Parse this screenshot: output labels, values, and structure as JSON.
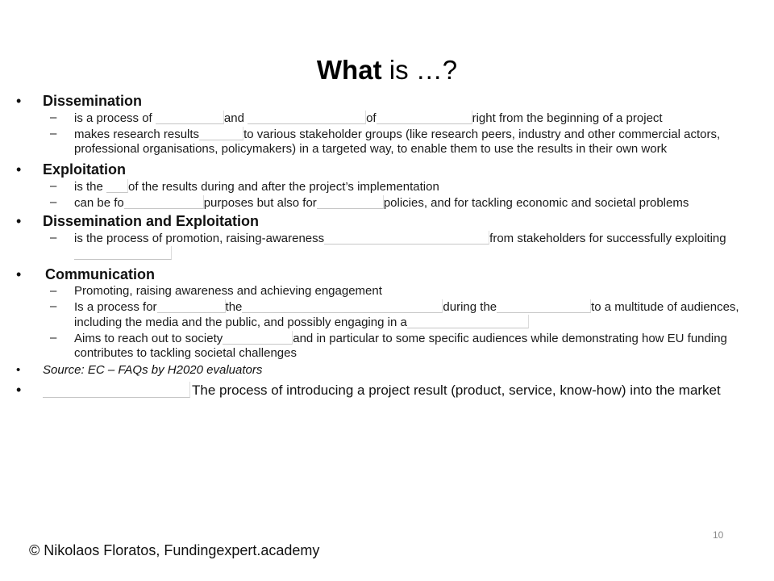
{
  "title": {
    "bold": "What",
    "rest": " is …?"
  },
  "sections": [
    {
      "heading": "Dissemination",
      "items": [
        {
          "parts": [
            "is a process of ",
            "",
            "and ",
            "",
            "of",
            "",
            "right from the beginning of a project"
          ]
        },
        {
          "parts": [
            "makes research results",
            "",
            "to various stakeholder groups (like research peers, industry and other commercial actors, professional organisations, policymakers) in a targeted way, to enable them to use the results in their own work"
          ]
        }
      ]
    },
    {
      "heading": "Exploitation",
      "items": [
        {
          "parts": [
            "is the ",
            "",
            "of the results during and after the project’s implementation"
          ]
        },
        {
          "parts": [
            " can be fo",
            "",
            "purposes but also for",
            "",
            "policies, and for tackling economic and societal problems"
          ]
        }
      ]
    },
    {
      "heading": "Dissemination and Exploitation",
      "items": [
        {
          "parts": [
            " is the process of promotion, raising-awareness",
            "",
            "from stakeholders for successfully exploiting",
            ""
          ]
        }
      ]
    },
    {
      "heading": "Communication",
      "items": [
        {
          "parts": [
            "Promoting, raising awareness and achieving engagement"
          ]
        },
        {
          "parts": [
            "Is a process for",
            "",
            "the",
            "",
            "during the",
            "",
            "to a multitude of audiences, including the media and the public, and possibly engaging in a",
            ""
          ]
        },
        {
          "parts": [
            "Aims to reach out to society",
            "",
            "and in particular to some specific audiences while demonstrating how EU funding contributes to tackling societal challenges"
          ]
        }
      ]
    }
  ],
  "source": "Source: EC – FAQs by H2020 evaluators",
  "last_bullet": "The process of introducing a project result (product, service, know-how) into the market",
  "page_number": "10",
  "footer": "© Nikolaos Floratos, Fundingexpert.academy"
}
